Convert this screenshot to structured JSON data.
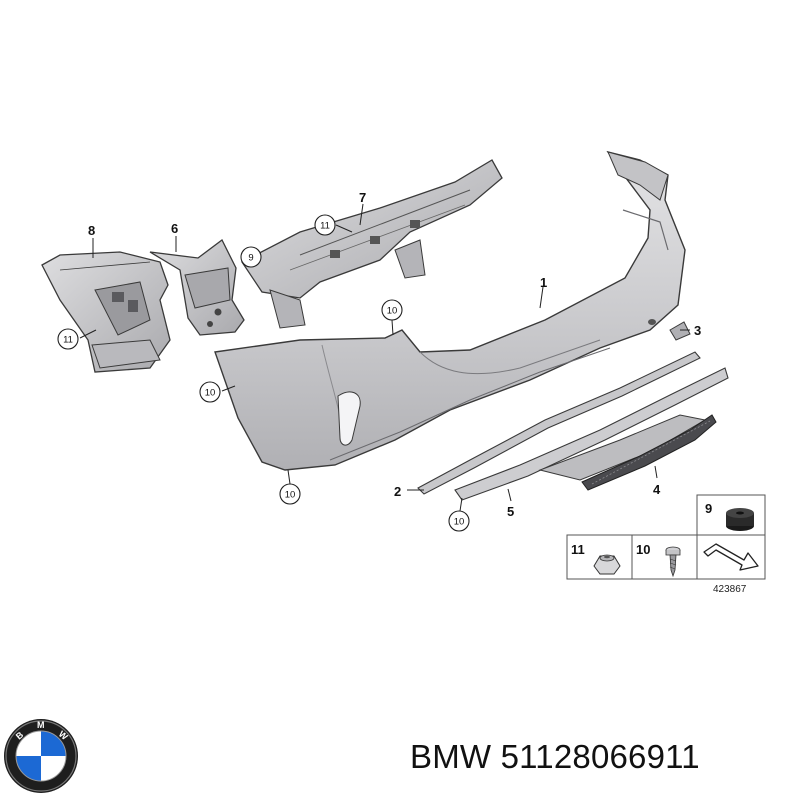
{
  "part_labels": {
    "bumper_trim": "1",
    "trim_strip": "2",
    "cover_cap": "3",
    "reflector_grille": "4",
    "lower_trim": "5",
    "bracket_right": "6",
    "carrier": "7",
    "bracket_left": "8",
    "rubber_buffer": "9",
    "screw": "10",
    "nut": "11"
  },
  "callouts": {
    "carrier_nut": "11",
    "carrier_buffer": "9",
    "bracket_nut": "11",
    "bumper_left_screw": "10",
    "bumper_top_screw": "10",
    "bumper_bottom_screw": "10",
    "lower_trim_screw": "10"
  },
  "legend": {
    "buffer_num": "9",
    "nut_num": "11",
    "screw_num": "10",
    "reference": "423867"
  },
  "footer": {
    "brand": "BMW",
    "part_number": "51128066911"
  },
  "colors": {
    "part_fill": "#cfcfd1",
    "part_dark": "#8d8d91",
    "stroke": "#3a3a3a",
    "logo_blue": "#1c69d4",
    "logo_ring": "#222222"
  },
  "icons": {
    "logo": "bmw-roundel-logo",
    "buffer": "rubber-buffer-icon",
    "nut": "hex-nut-icon",
    "screw": "screw-icon",
    "arrow": "direction-arrow-icon"
  }
}
